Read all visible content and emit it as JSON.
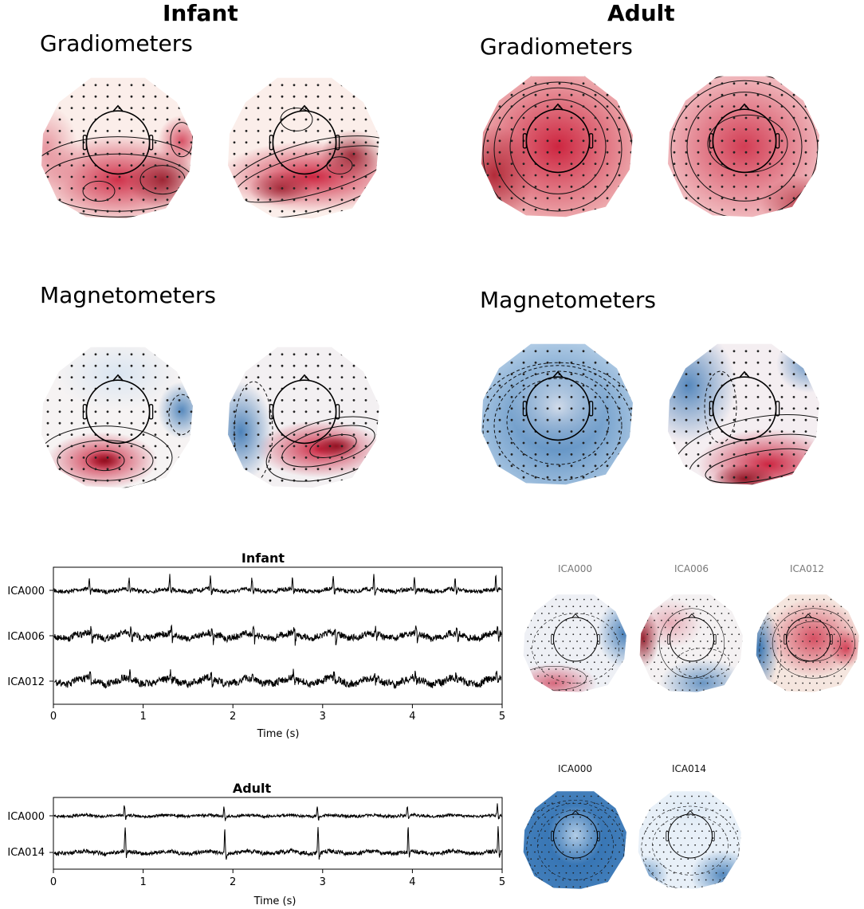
{
  "top": {
    "infant_title": "Infant",
    "adult_title": "Adult",
    "gradiometers_label": "Gradiometers",
    "magnetometers_label": "Magnetometers"
  },
  "ts_infant": {
    "title": "Infant",
    "xlabel": "Time (s)",
    "xticks": [
      "0",
      "1",
      "2",
      "3",
      "4",
      "5"
    ],
    "channels": [
      "ICA000",
      "ICA006",
      "ICA012"
    ]
  },
  "ts_adult": {
    "title": "Adult",
    "xlabel": "Time (s)",
    "xticks": [
      "0",
      "1",
      "2",
      "3",
      "4",
      "5"
    ],
    "channels": [
      "ICA000",
      "ICA014"
    ]
  },
  "ica_infant": {
    "titles": [
      "ICA000",
      "ICA006",
      "ICA012"
    ]
  },
  "ica_adult": {
    "titles": [
      "ICA000",
      "ICA014"
    ]
  },
  "colors": {
    "red": "#c8102e",
    "blue": "#2f6fb0",
    "line": "#000000"
  }
}
